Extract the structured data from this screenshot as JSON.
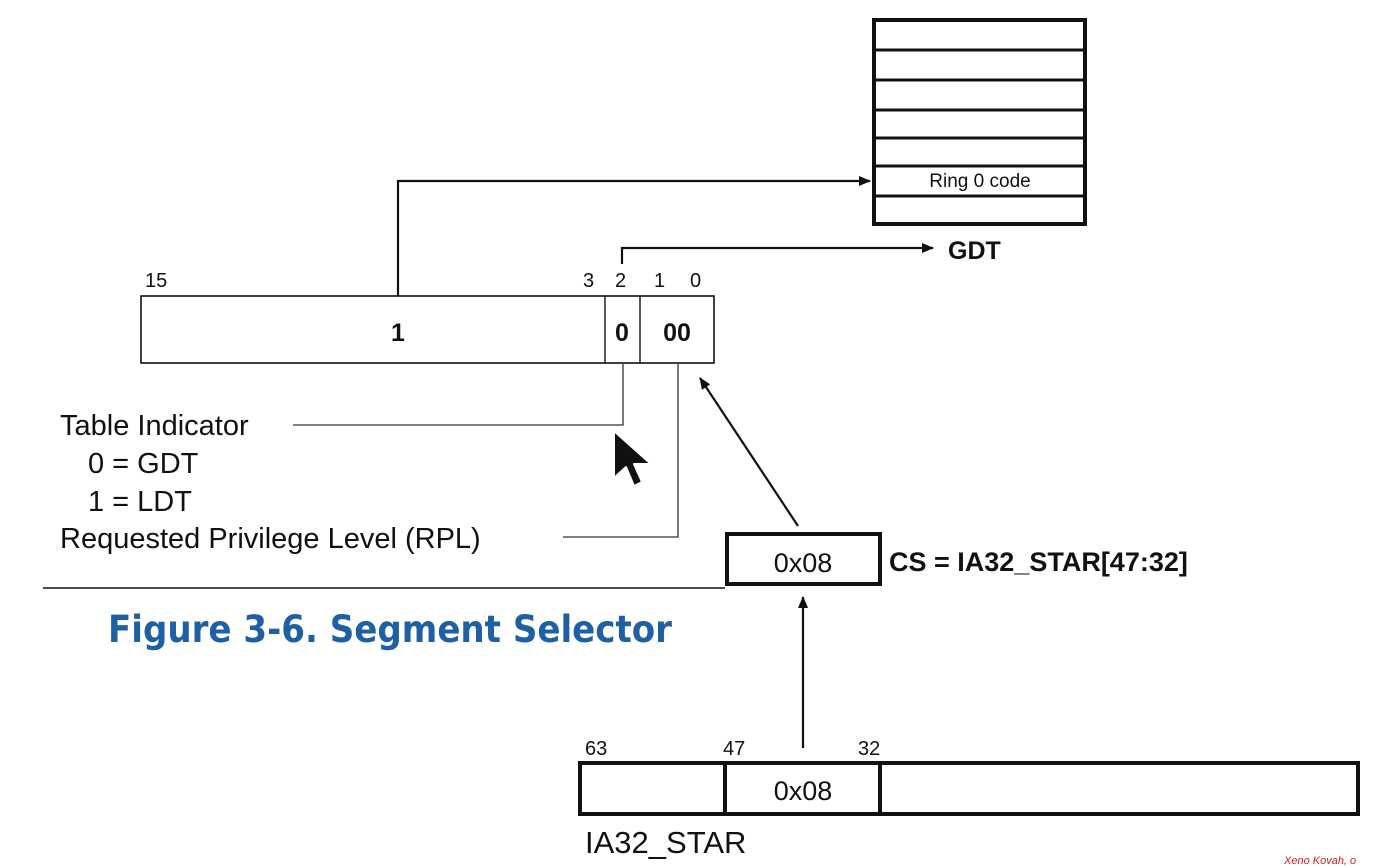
{
  "gdt": {
    "entry_label": "Ring 0 code",
    "label": "GDT"
  },
  "selector": {
    "bit_labels": [
      "15",
      "3",
      "2",
      "1",
      "0"
    ],
    "index_value": "1",
    "ti_value": "0",
    "rpl_value": "00"
  },
  "legend": {
    "table_indicator": "Table Indicator",
    "ti_gdt": "0 = GDT",
    "ti_ldt": "1 = LDT",
    "rpl": "Requested Privilege Level (RPL)"
  },
  "cs": {
    "value": "0x08",
    "label": "CS = IA32_STAR[47:32]"
  },
  "figure_caption": "Figure 3-6.  Segment Selector",
  "msr": {
    "bit_labels": [
      "63",
      "47",
      "32"
    ],
    "field_value": "0x08",
    "name": "IA32_STAR"
  },
  "watermark": "Xeno Kovah, o",
  "colors": {
    "caption_blue": "#1f5fa3",
    "watermark_red": "#d0202a",
    "line": "#111111"
  }
}
